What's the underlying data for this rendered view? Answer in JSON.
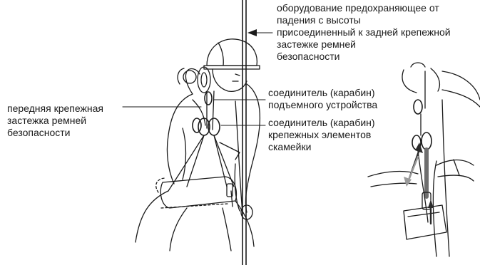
{
  "labels": {
    "fall_arrest": [
      "оборудование предохраняющее от",
      "падения с высоты",
      "присоединенный к задней крепежной",
      "застежке ремней",
      "безопасности"
    ],
    "connector_lifting": [
      "соединитель (карабин)",
      "подъемного устройства"
    ],
    "connector_seat": [
      "соединитель (карабин)",
      "крепежных элементов",
      "скамейки"
    ],
    "front_attachment": [
      "передняя крепежная",
      "застежка ремней",
      "безопасности"
    ]
  },
  "colors": {
    "line": "#1a1a1a",
    "arrow_up": "#2a2a2a",
    "arrow_down": "#9a9a9a",
    "strap": "#6e6e6e"
  },
  "icons": [
    "worker-illustration",
    "rope-line",
    "detail-inset"
  ]
}
